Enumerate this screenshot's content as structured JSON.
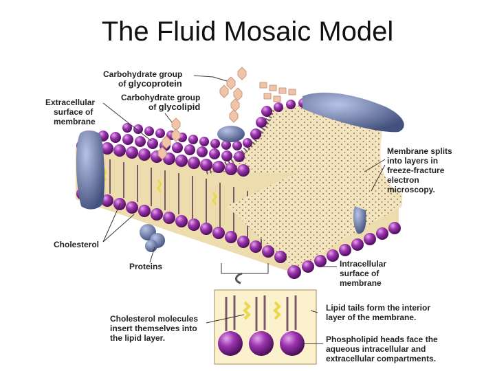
{
  "title": "The Fluid Mosaic Model",
  "labels": {
    "carb_glycoprotein_l1": "Carbohydrate group",
    "carb_glycoprotein_l2a": "of ",
    "carb_glycoprotein_l2b": "glycoprotein",
    "carb_glycolipid_l1": "Carbohydrate group",
    "carb_glycolipid_l2a": "of ",
    "carb_glycolipid_l2b": "glycolipid",
    "extracellular_l1": "Extracellular",
    "extracellular_l2": "surface of",
    "extracellular_l3": "membrane",
    "membrane_splits_l1": "Membrane splits",
    "membrane_splits_l2": "into layers in",
    "membrane_splits_l3": "freeze-fracture",
    "membrane_splits_l4": "electron",
    "membrane_splits_l5": "microscopy.",
    "cholesterol": "Cholesterol",
    "proteins": "Proteins",
    "intracellular_l1": "Intracellular",
    "intracellular_l2": "surface of",
    "intracellular_l3": "membrane",
    "lipid_tails_l1": "Lipid tails form the interior",
    "lipid_tails_l2": "layer of the membrane.",
    "cholesterol_insert_l1": "Cholesterol molecules",
    "cholesterol_insert_l2": "insert themselves into",
    "cholesterol_insert_l3": "the lipid layer.",
    "phospholipid_heads_l1": "Phospholipid heads face the",
    "phospholipid_heads_l2": "aqueous intracellular and",
    "phospholipid_heads_l3": "extracellular compartments."
  },
  "colors": {
    "phospholipid_head": "#8a2a9a",
    "lipid_tail": "#7a5a6a",
    "cholesterol": "#e8d84a",
    "protein": "#7a8ab8",
    "carbohydrate": "#f0c4a8",
    "fracture_face": "#f2e4bc",
    "inset_bg": "#fbf1cc"
  }
}
